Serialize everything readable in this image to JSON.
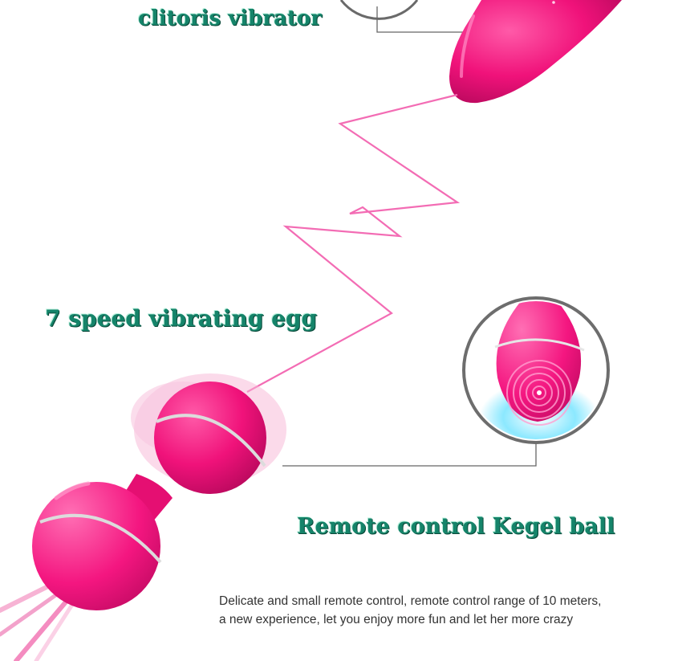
{
  "labels": {
    "clitoris_vibrator": "clitoris vibrator",
    "vibrating_egg": "7 speed vibrating egg",
    "kegel_ball": "Remote control Kegel ball"
  },
  "description": {
    "line1": "Delicate and small remote control, remote control range of 10 meters,",
    "line2": "a new experience, let you enjoy more fun and let her more crazy"
  },
  "colors": {
    "product_pink": "#f0127a",
    "label_green": "#15846a",
    "signal_line": "#f36cb4",
    "callout_line": "#555555"
  }
}
